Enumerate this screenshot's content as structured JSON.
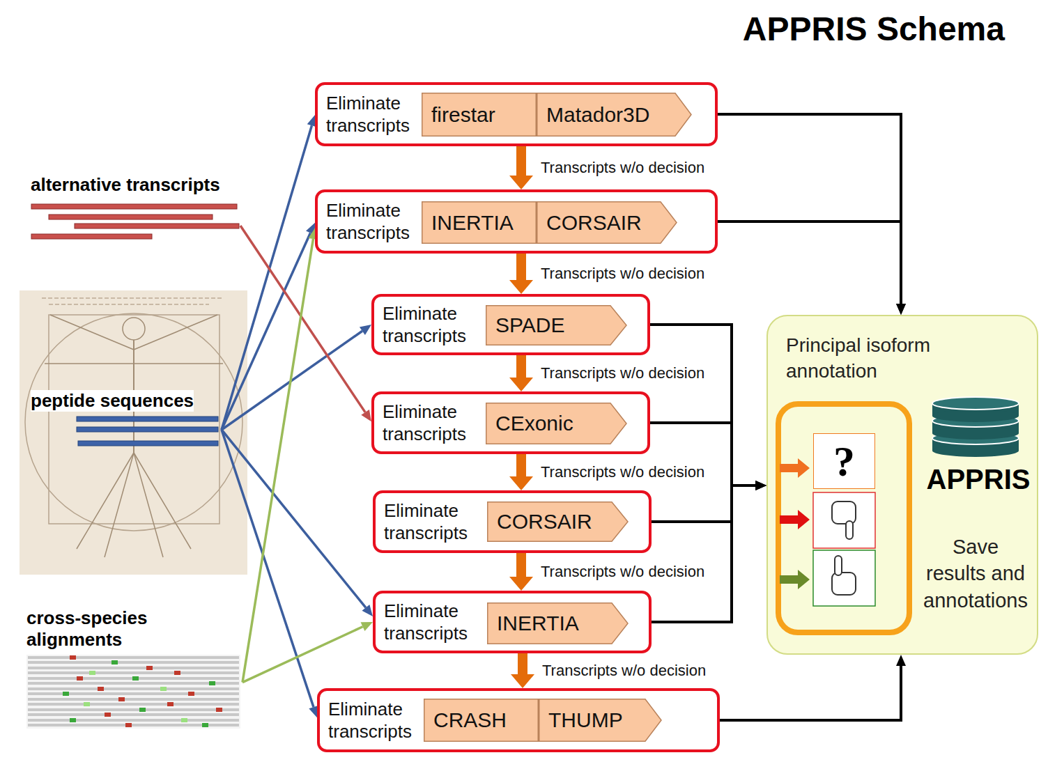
{
  "diagram": {
    "title": "APPRIS Schema",
    "nodes": [
      {
        "text": [
          "alternative transcripts"
        ]
      },
      {
        "text": [
          "peptide sequences"
        ]
      },
      {
        "text": [
          "cross-species alignments"
        ]
      },
      {
        "text": [
          "Eliminate transcripts"
        ]
      },
      {
        "text": [
          "firestar"
        ],
        "in": 3
      },
      {
        "text": [
          "Matador3D"
        ],
        "in": 3
      },
      {
        "text": [
          "Eliminate transcripts"
        ]
      },
      {
        "text": [
          "INERTIA"
        ],
        "in": 6
      },
      {
        "text": [
          "CORSAIR"
        ],
        "in": 6
      },
      {
        "text": [
          "Eliminate transcripts"
        ]
      },
      {
        "text": [
          "SPADE"
        ],
        "in": 9
      },
      {
        "text": [
          "Eliminate transcripts"
        ]
      },
      {
        "text": [
          "CExonic"
        ],
        "in": 11
      },
      {
        "text": [
          "Eliminate transcripts"
        ]
      },
      {
        "text": [
          "CORSAIR"
        ],
        "in": 13
      },
      {
        "text": [
          "Eliminate transcripts"
        ]
      },
      {
        "text": [
          "INERTIA"
        ],
        "in": 15
      },
      {
        "text": [
          "Eliminate transcripts"
        ]
      },
      {
        "text": [
          "CRASH"
        ],
        "in": 17
      },
      {
        "text": [
          "THUMP"
        ],
        "in": 17
      },
      {
        "text": [
          "Principal isoform annotation",
          "APPRIS",
          "Save results and annotations"
        ]
      },
      {
        "text": [
          "?"
        ],
        "in": 20
      }
    ],
    "edges": [
      {
        "from": 3,
        "to": 6,
        "label": "Transcripts w/o decision",
        "arrow": "to"
      },
      {
        "from": 6,
        "to": 9,
        "label": "Transcripts w/o decision",
        "arrow": "to"
      },
      {
        "from": 9,
        "to": 11,
        "label": "Transcripts w/o decision",
        "arrow": "to"
      },
      {
        "from": 11,
        "to": 13,
        "label": "Transcripts w/o decision",
        "arrow": "to"
      },
      {
        "from": 13,
        "to": 15,
        "label": "Transcripts w/o decision",
        "arrow": "to"
      },
      {
        "from": 15,
        "to": 17,
        "label": "Transcripts w/o decision",
        "arrow": "to"
      },
      {
        "from": 1,
        "to": 3,
        "arrow": "to"
      },
      {
        "from": 1,
        "to": 6,
        "arrow": "to"
      },
      {
        "from": 1,
        "to": 9,
        "arrow": "to"
      },
      {
        "from": 1,
        "to": 15,
        "arrow": "to"
      },
      {
        "from": 1,
        "to": 17,
        "arrow": "to"
      },
      {
        "from": 0,
        "to": 11,
        "arrow": "to"
      },
      {
        "from": 2,
        "to": 6,
        "arrow": "to"
      },
      {
        "from": 2,
        "to": 15,
        "arrow": "to"
      },
      {
        "from": 3,
        "to": 20,
        "arrow": "to"
      },
      {
        "from": 6,
        "to": 20,
        "arrow": "to"
      },
      {
        "from": 9,
        "to": 20,
        "arrow": "to"
      },
      {
        "from": 11,
        "to": 20,
        "arrow": "to"
      },
      {
        "from": 13,
        "to": 20,
        "arrow": "to"
      },
      {
        "from": 15,
        "to": 20,
        "arrow": "to"
      },
      {
        "from": 17,
        "to": 20,
        "arrow": "to"
      }
    ]
  }
}
